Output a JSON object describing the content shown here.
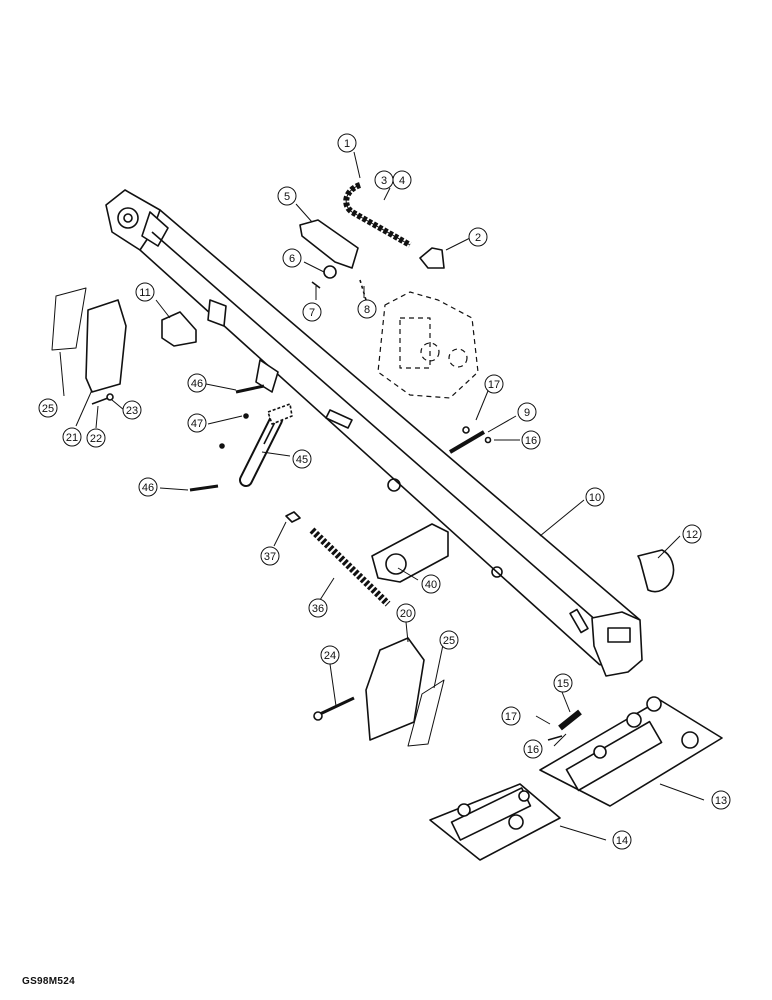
{
  "figure_code": "GS98M524",
  "callouts": [
    "1",
    "2",
    "3",
    "4",
    "5",
    "6",
    "7",
    "8",
    "9",
    "10",
    "11",
    "12",
    "13",
    "14",
    "15",
    "16",
    "17",
    "20",
    "21",
    "22",
    "23",
    "24",
    "25",
    "36",
    "37",
    "40",
    "45",
    "46",
    "47"
  ]
}
